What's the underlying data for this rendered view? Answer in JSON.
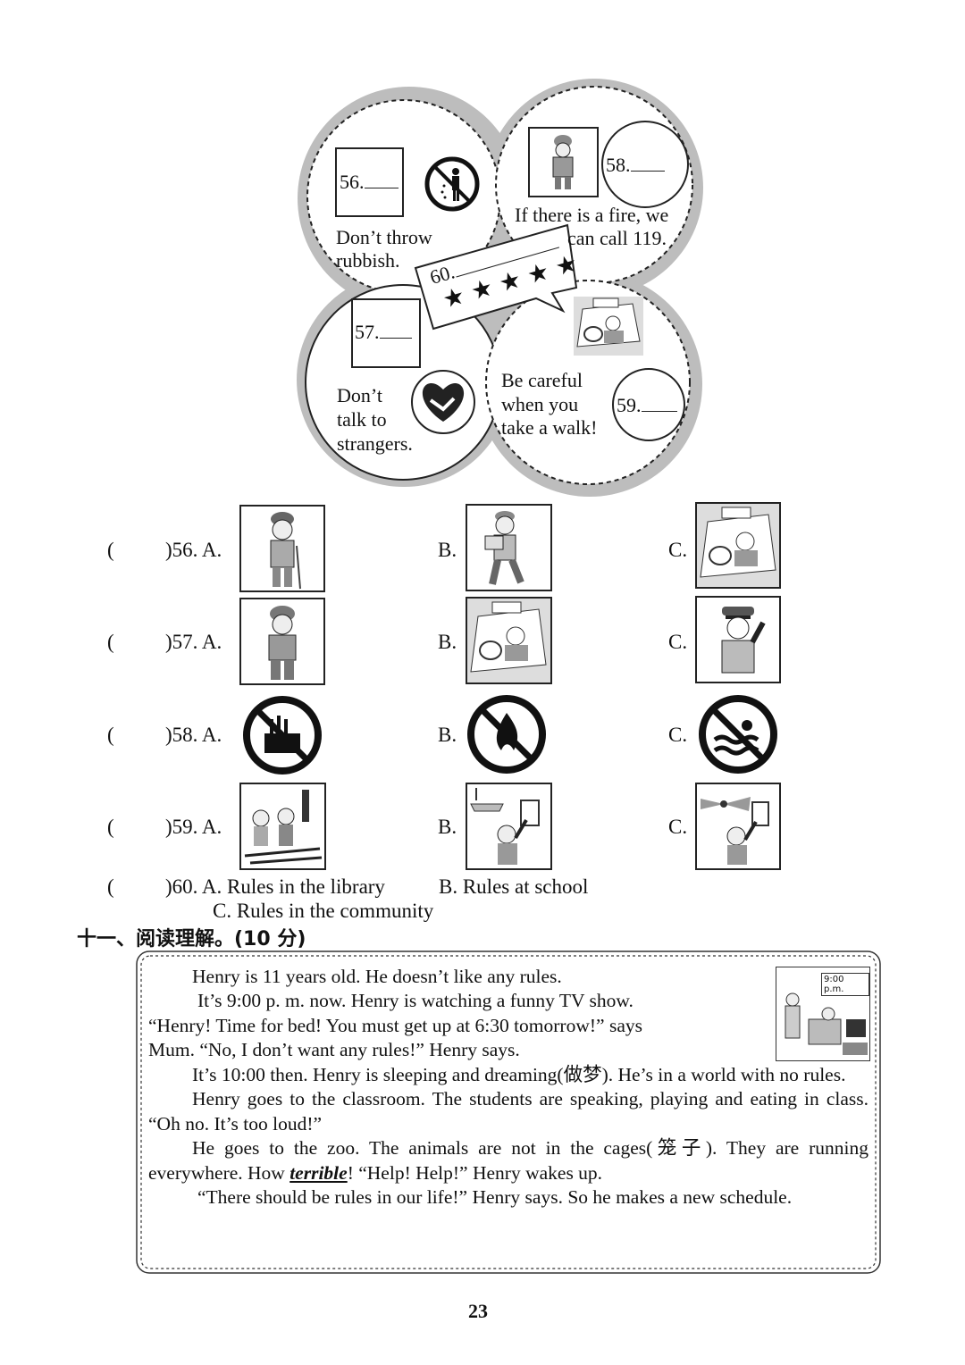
{
  "diagram": {
    "circle56": {
      "blank": "56.",
      "caption_line1": "Don’t throw",
      "caption_line2": "rubbish.",
      "icon": "no-littering-icon"
    },
    "circle58": {
      "blank": "58.",
      "caption_line1": "If there is a fire, we",
      "caption_line2": "can call 119.",
      "icon": "firefighter-icon"
    },
    "circle57": {
      "blank": "57.",
      "caption_line1": "Don’t",
      "caption_line2": "talk to",
      "caption_line3": "strangers.",
      "icon": "heart-hands-icon"
    },
    "circle59": {
      "blank": "59.",
      "caption_line1": "Be careful",
      "caption_line2": "when you",
      "caption_line3": "take a walk!",
      "icon": "taxi-driver-icon"
    },
    "sign60": {
      "blank": "60.",
      "stars": "★ ★ ★ ★ ★"
    }
  },
  "questions": [
    {
      "num": ")56. A.",
      "b": "B.",
      "c": "C.",
      "icons": [
        "cleaner-icon",
        "delivery-man-icon",
        "taxi-driver-icon"
      ]
    },
    {
      "num": ")57. A.",
      "b": "B.",
      "c": "C.",
      "icons": [
        "firefighter-icon",
        "taxi-driver-icon",
        "police-officer-icon"
      ]
    },
    {
      "num": ")58. A.",
      "b": "B.",
      "c": "C.",
      "icons": [
        "no-junk-food-icon",
        "no-fire-icon",
        "no-swimming-icon"
      ]
    },
    {
      "num": ")59. A.",
      "b": "B.",
      "c": "C.",
      "icons": [
        "crossing-street-icon",
        "ceiling-fan-switch-icon",
        "ceiling-fan-switch-icon"
      ]
    }
  ],
  "q60": {
    "paren": "(",
    "line1": ")60. A. Rules in the library",
    "b": "B. Rules at school",
    "line2": "C. Rules in the community"
  },
  "paren": "(",
  "section_title": "十一、阅读理解。(10 分)",
  "passage": {
    "clock": "9:00 p.m.",
    "p1": "Henry is 11 years old. He doesn’t like any rules.",
    "p2a": "It’s 9:00 p. m. now. Henry is watching a funny TV show.",
    "p2b": "“Henry! Time for bed! You must get up at 6:30 tomorrow!” says",
    "p2c": "Mum. “No, I don’t want any rules!” Henry says.",
    "p3": "It’s 10:00 then. Henry is sleeping and dreaming(做梦). He’s in a world with no rules.",
    "p4": "Henry goes to the classroom. The students are speaking, playing and eating in class. “Oh no. It’s too loud!”",
    "p5a": "He goes to the zoo. The animals are not in the cages(笼子). They are running everywhere. How ",
    "p5_em": "terrible",
    "p5b": "! “Help! Help!” Henry wakes up.",
    "p6": "“There should be rules in our life!” Henry says. So he makes a new schedule."
  },
  "page_number": "23"
}
